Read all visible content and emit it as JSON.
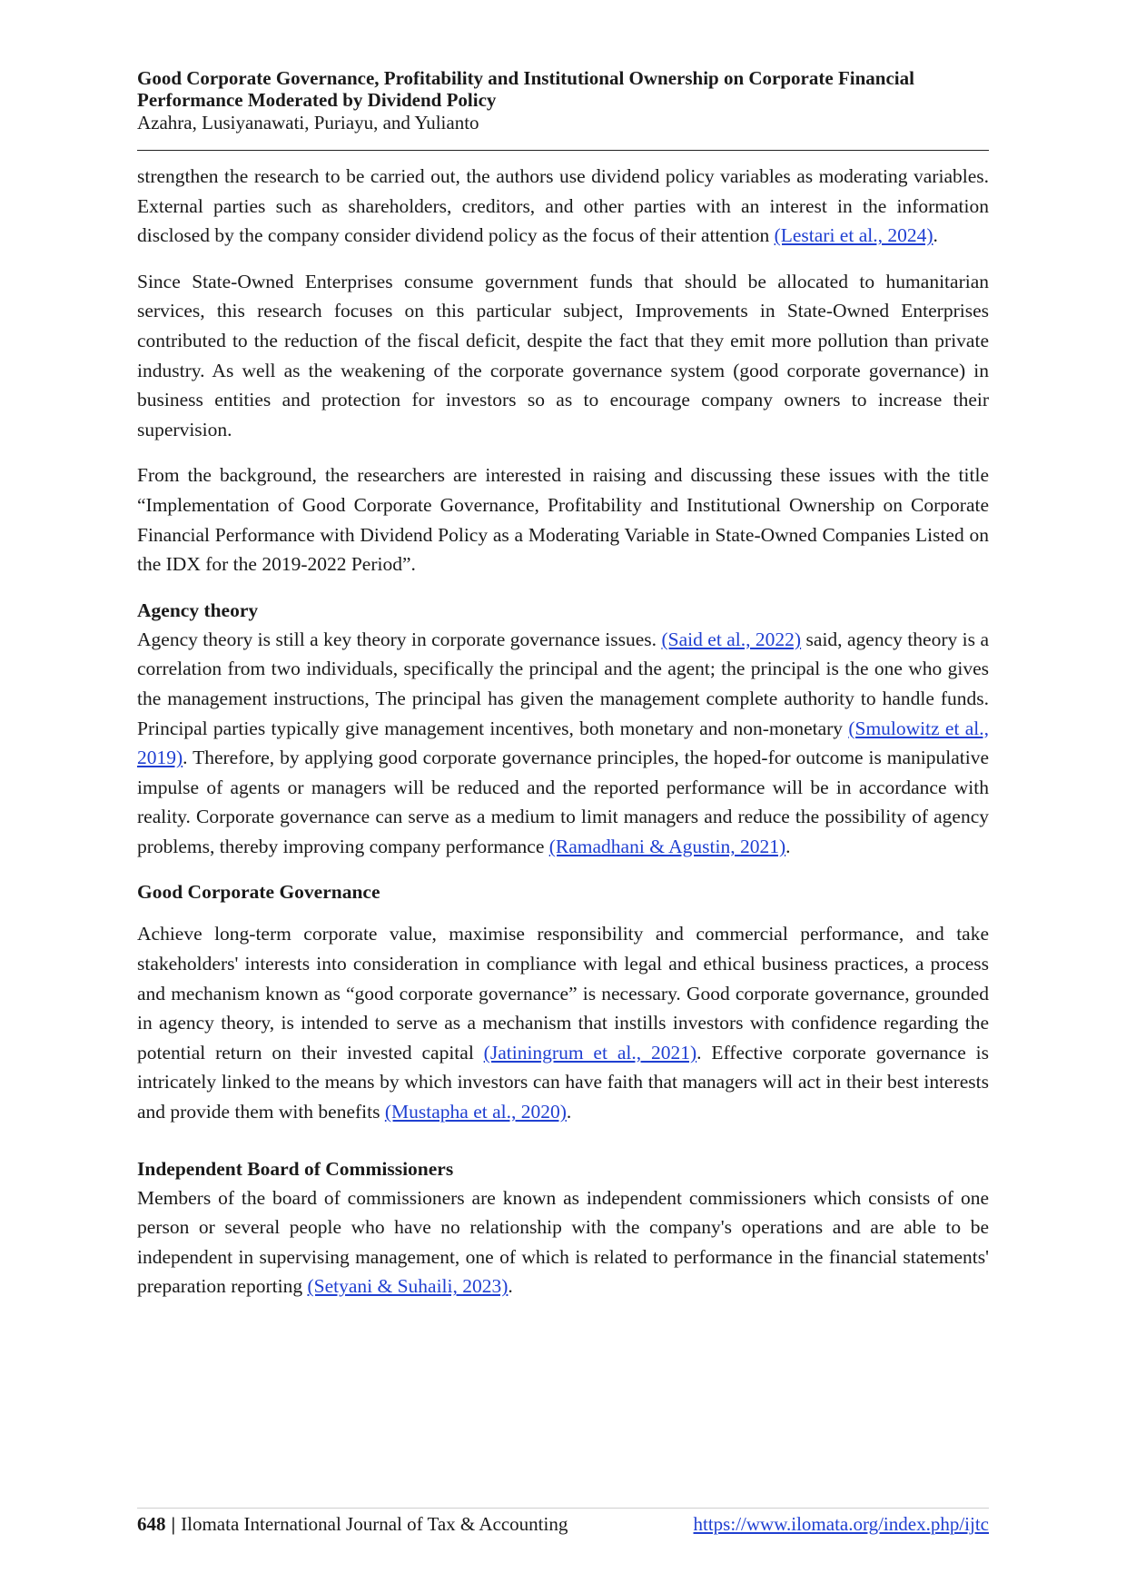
{
  "header": {
    "title": "Good Corporate Governance, Profitability and Institutional Ownership on Corporate Financial Performance Moderated by Dividend Policy",
    "authors": "Azahra, Lusiyanawati, Puriayu, and Yulianto"
  },
  "paragraphs": {
    "p1": {
      "text": "strengthen the research to be carried out, the authors use dividend policy variables as moderating variables. External parties such as shareholders, creditors, and other parties with an interest in the information disclosed by the company consider dividend policy as the focus of their attention ",
      "cite": "(Lestari et al., 2024)",
      "end": "."
    },
    "p2": "Since State-Owned Enterprises consume government funds that should be allocated to humanitarian services, this research focuses on this particular subject, Improvements in State-Owned Enterprises contributed to the reduction of the fiscal deficit, despite the fact that they emit more pollution than private industry. As well as the weakening of the corporate governance system (good corporate governance) in business entities and protection for investors so as to encourage company owners to increase their supervision.",
    "p3": "From the background, the researchers are interested in raising and discussing these issues with the title “Implementation of Good Corporate Governance, Profitability and Institutional Ownership on Corporate Financial Performance with Dividend Policy as a Moderating Variable in State-Owned Companies Listed on the IDX for the 2019-2022 Period”."
  },
  "agency": {
    "heading": "Agency theory",
    "t1": "Agency theory is still a key theory in corporate governance issues. ",
    "c1": "(Said et al., 2022)",
    "t2": " said, agency theory is a correlation from two individuals, specifically the principal and the agent; the principal is the one who gives the management instructions, The principal has given the management complete authority to handle funds. Principal parties typically give management incentives, both monetary and non-monetary ",
    "c2": "(Smulowitz et al., 2019)",
    "t3": ". Therefore, by applying good corporate governance principles, the hoped-for outcome is manipulative impulse of agents or managers will be reduced and the reported performance will be in accordance with reality. Corporate governance can serve as a medium to limit managers and reduce the possibility of agency problems, thereby improving company performance ",
    "c3": "(Ramadhani & Agustin, 2021)",
    "t4": "."
  },
  "gcg": {
    "heading": "Good Corporate Governance",
    "t1": "Achieve long-term corporate value, maximise responsibility and commercial performance, and take stakeholders' interests into consideration in compliance with legal and ethical business practices, a process and mechanism known as “good corporate governance” is necessary. Good corporate governance, grounded in agency theory, is intended to serve as a mechanism that instills investors with confidence regarding the potential return on their invested capital ",
    "c1": "(Jatiningrum et al., 2021)",
    "t2": ". Effective corporate governance is intricately linked to the means by which investors can have faith that managers will act in their best interests and provide them with benefits ",
    "c2": "(Mustapha et al., 2020)",
    "t3": "."
  },
  "board": {
    "heading": "Independent Board of Commissioners",
    "t1": "Members of the board of commissioners are known as independent commissioners which consists of one person or several people who have no relationship with the company's operations and are able to be independent in supervising management, one of which is related to performance in the financial statements' preparation reporting ",
    "c1": "(Setyani & Suhaili, 2023)",
    "t2": "."
  },
  "footer": {
    "page_number": "648",
    "separator": "|",
    "journal": "Ilomata International Journal of Tax & Accounting",
    "url": "https://www.ilomata.org/index.php/ijtc"
  }
}
